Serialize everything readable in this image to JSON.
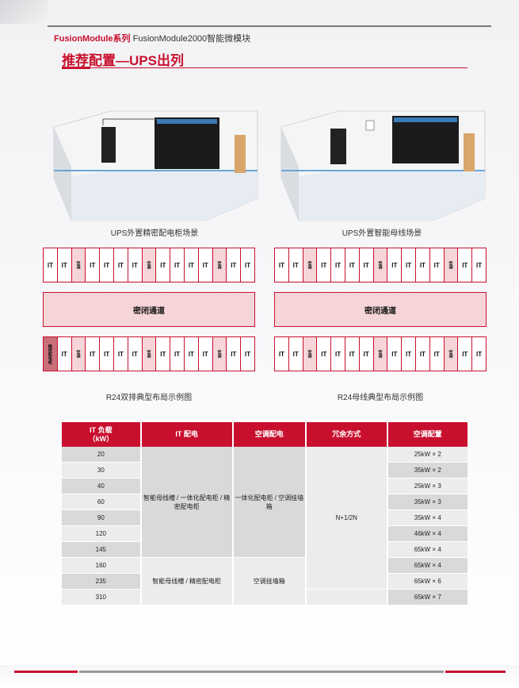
{
  "header": {
    "brand": "FusionModule系列",
    "product": " FusionModule2000智能微模块"
  },
  "title": "推荐配置—UPS出列",
  "scenes": [
    {
      "caption": "UPS外置精密配电柜场景"
    },
    {
      "caption": "UPS外置智能母线场景"
    }
  ],
  "layouts": [
    {
      "top_row": [
        "IT",
        "IT",
        "空调",
        "IT",
        "IT",
        "IT",
        "IT",
        "空调",
        "IT",
        "IT",
        "IT",
        "IT",
        "空调",
        "IT",
        "IT"
      ],
      "aisle": "密闭通道",
      "bottom_row": [
        "精密配电柜",
        "IT",
        "空调",
        "IT",
        "IT",
        "IT",
        "IT",
        "空调",
        "IT",
        "IT",
        "IT",
        "IT",
        "空调",
        "IT",
        "IT"
      ],
      "caption": "R24双排典型布局示例图"
    },
    {
      "top_row": [
        "IT",
        "IT",
        "空调",
        "IT",
        "IT",
        "IT",
        "IT",
        "空调",
        "IT",
        "IT",
        "IT",
        "IT",
        "空调",
        "IT",
        "IT"
      ],
      "aisle": "密闭通道",
      "bottom_row": [
        "IT",
        "IT",
        "空调",
        "IT",
        "IT",
        "IT",
        "IT",
        "空调",
        "IT",
        "IT",
        "IT",
        "IT",
        "空调",
        "IT",
        "IT"
      ],
      "caption": "R24母线典型布局示例图"
    }
  ],
  "table": {
    "headers": [
      "IT 负载\n（kW）",
      "IT 配电",
      "空调配电",
      "冗余方式",
      "空调配置"
    ],
    "loads": [
      "20",
      "30",
      "40",
      "60",
      "90",
      "120",
      "145",
      "160",
      "235",
      "310"
    ],
    "it_dist_a": "智能母线槽 / 一体化配电柜 / 精密配电柜",
    "it_dist_b": "智能母线槽 / 精密配电柜",
    "ac_dist_a": "一体化配电柜 / 空调挂墙箱",
    "ac_dist_b": "空调挂墙箱",
    "redundancy": "N+1/2N",
    "ac_config": [
      "25kW × 2",
      "35kW × 2",
      "25kW × 3",
      "35kW × 3",
      "35kW × 4",
      "46kW × 4",
      "65kW × 4",
      "65kW × 4",
      "65kW × 6",
      "65kW × 7"
    ]
  },
  "colors": {
    "brand_red": "#c8102e",
    "aisle_pink": "#f6d5d9",
    "pdu_red": "#c96f7a"
  }
}
